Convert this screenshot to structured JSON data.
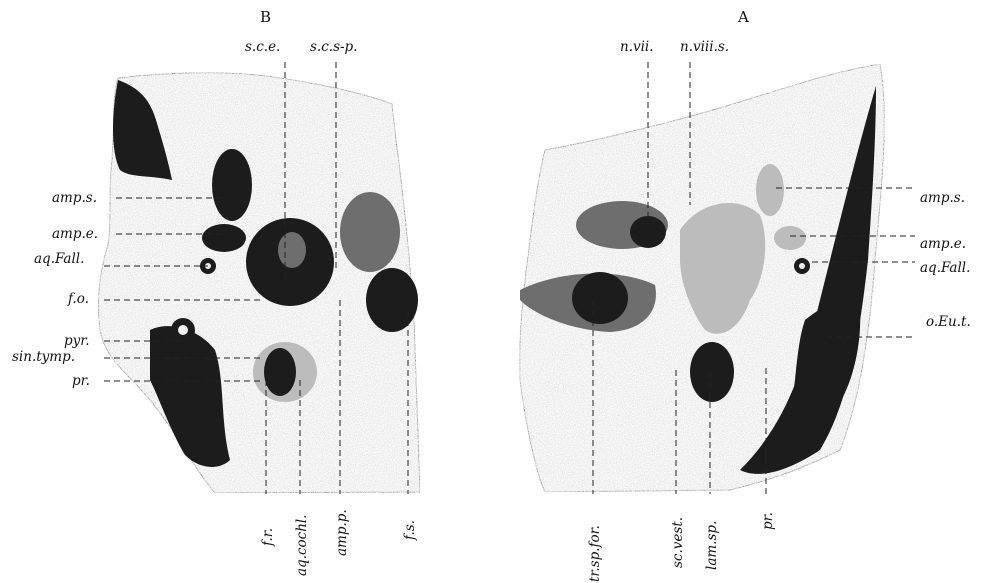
{
  "panels": {
    "left": {
      "heading": "B",
      "labels": {
        "amp_s": "amp.s.",
        "amp_e": "amp.e.",
        "aq_fall": "aq.Fall.",
        "f_o": "f.o.",
        "pyr": "pyr.",
        "sin_tymp": "sin.tymp.",
        "pr": "pr.",
        "s_c_e": "s.c.e.",
        "s_c_s_p": "s.c.s-p.",
        "f_r": "f.r.",
        "aq_cochl": "aq.cochl.",
        "amp_p": "amp.p.",
        "f_s": "f.s."
      }
    },
    "right": {
      "heading": "A",
      "labels": {
        "n_vii": "n.vii.",
        "n_viii_s": "n.viii.s.",
        "amp_s": "amp.s.",
        "amp_e": "amp.e.",
        "aq_fall": "aq.Fall.",
        "o_eu_t": "o.Eu.t.",
        "tr_sp_for": "tr.sp.for.",
        "sc_vest": "sc.vest.",
        "lam_sp": "lam.sp.",
        "pr": "pr."
      }
    }
  }
}
